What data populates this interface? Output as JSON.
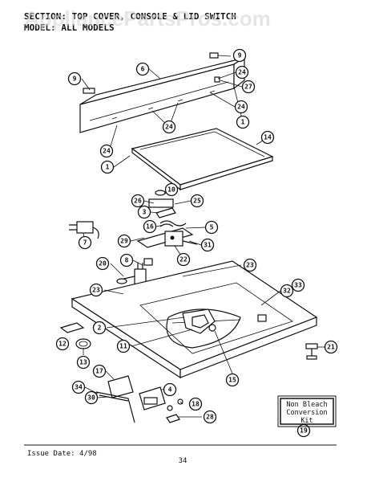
{
  "header": {
    "line1": "SECTION: TOP COVER, CONSOLE & LID SWITCH",
    "line2": "MODEL: ALL MODELS"
  },
  "watermark": "AppliancePartsPros.com",
  "callouts": [
    "9",
    "6",
    "9",
    "24",
    "27",
    "24",
    "1",
    "24",
    "24",
    "14",
    "1",
    "10",
    "26",
    "25",
    "3",
    "16",
    "5",
    "7",
    "29",
    "31",
    "22",
    "8",
    "20",
    "23",
    "23",
    "32",
    "33",
    "2",
    "11",
    "12",
    "13",
    "15",
    "21",
    "17",
    "34",
    "30",
    "4",
    "18",
    "28",
    "19"
  ],
  "kit_box": {
    "line1": "Non Bleach",
    "line2": "Conversion",
    "line3": "Kit"
  },
  "footer": {
    "issue_date": "Issue Date: 4/98",
    "page": "34"
  }
}
